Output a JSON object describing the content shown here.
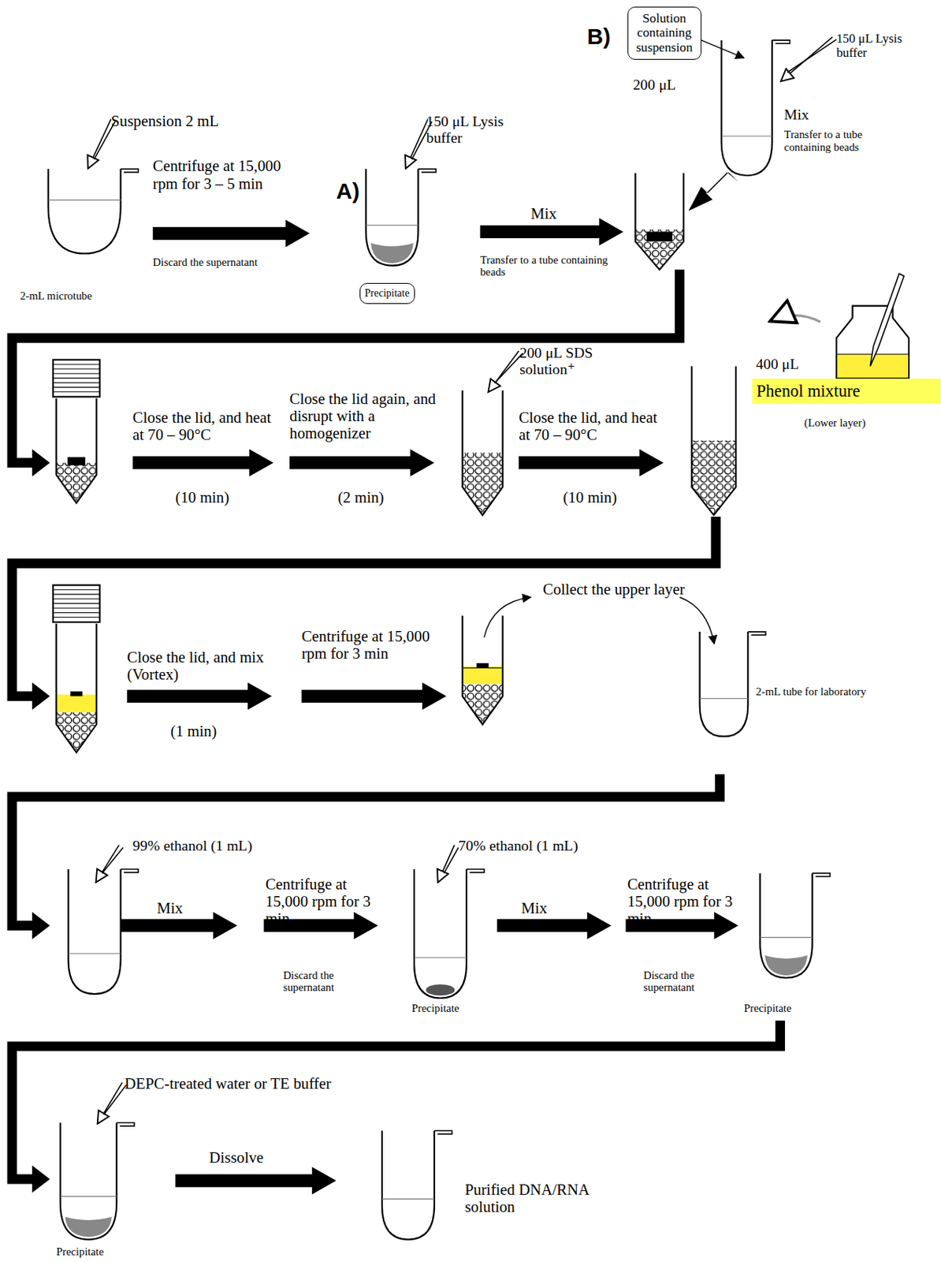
{
  "diagram": {
    "nodes": [
      {
        "text": [
          "Precipitate"
        ]
      },
      {
        "text": [
          "Solution containing suspension"
        ]
      },
      {
        "text": [
          "Phenol mixture"
        ]
      }
    ],
    "labels": [
      "B)",
      "150 μL Lysis buffer",
      "200 μL",
      "Mix",
      "Transfer to a tube containing beads",
      "Suspension 2 mL",
      "A)",
      "150 μL Lysis buffer",
      "Centrifuge at 15,000 rpm for 3 – 5 min",
      "Discard the supernatant",
      "2-mL microtube",
      "Mix",
      "Transfer to a tube containing beads",
      "Close the lid, and heat at 70 – 90°C",
      "(10 min)",
      "Close the lid again, and disrupt with a homogenizer",
      "(2 min)",
      "200 μL SDS solution⁺",
      "Close the lid, and heat at 70 – 90°C",
      "(10 min)",
      "400 μL",
      "(Lower layer)",
      "Close the lid, and mix (Vortex)",
      "(1 min)",
      "Centrifuge at 15,000 rpm for 3 min",
      "Collect the upper layer",
      "2-mL tube for laboratory",
      "99% ethanol (1 mL)",
      "Mix",
      "Centrifuge at 15,000 rpm for 3 min",
      "Discard the supernatant",
      "Precipitate",
      "70% ethanol (1 mL)",
      "Mix",
      "Centrifuge at 15,000 rpm for 3 min",
      "Discard the supernatant",
      "Precipitate",
      "DEPC-treated water or TE buffer",
      "Dissolve",
      "Precipitate",
      "Purified DNA/RNA solution"
    ]
  }
}
